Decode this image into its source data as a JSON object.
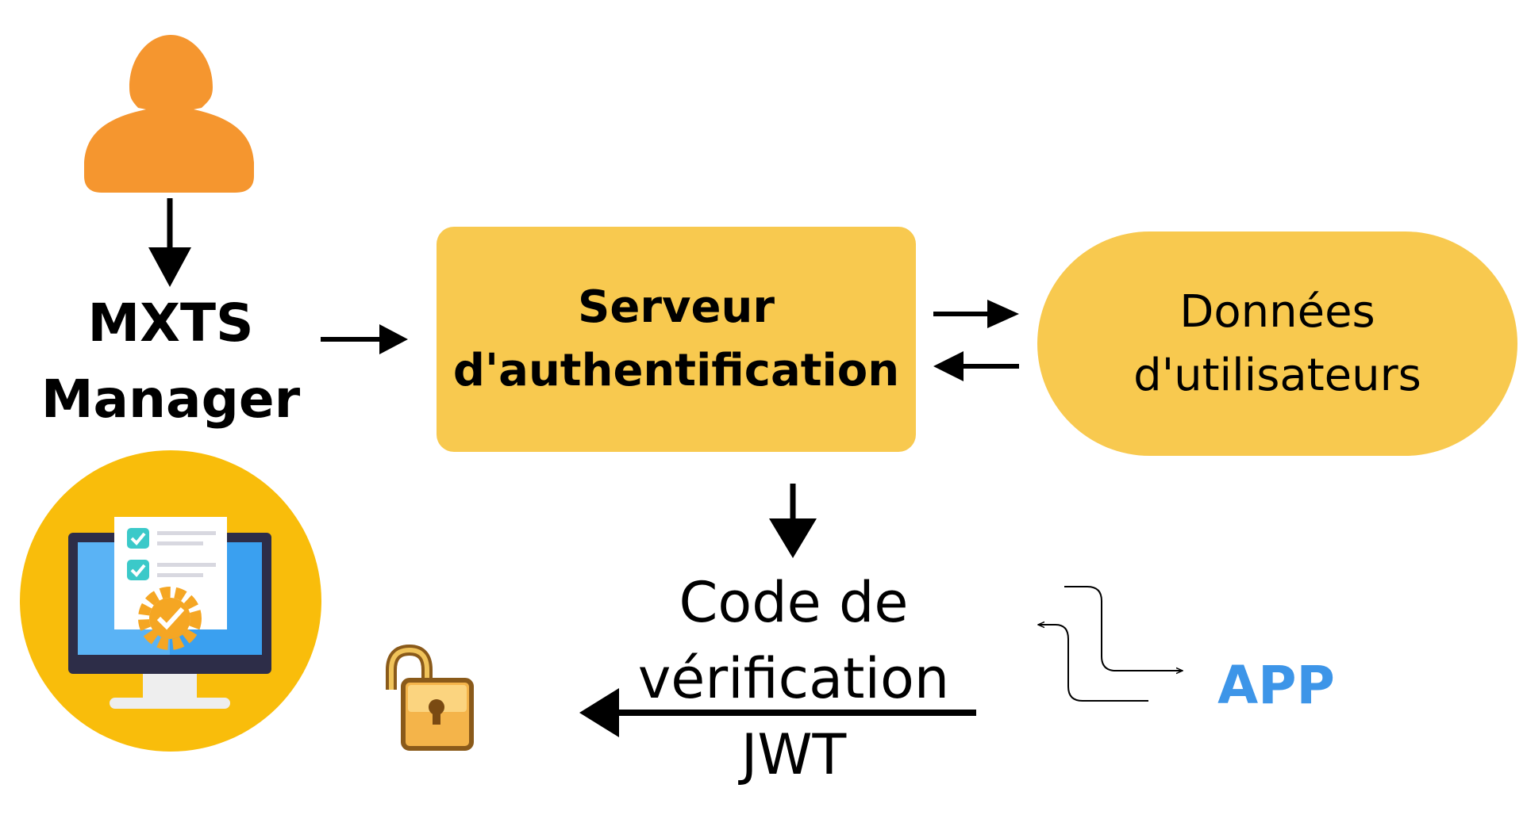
{
  "actor": {
    "title_line1": "MXTS",
    "title_line2": "Manager",
    "icon": "user-icon"
  },
  "nodes": {
    "auth_server": {
      "line1": "Serveur",
      "line2": "d'authentification"
    },
    "user_data": {
      "line1": "Données",
      "line2": "d'utilisateurs"
    }
  },
  "output": {
    "line1": "Code de",
    "line2": "vérification",
    "line3": "JWT"
  },
  "app": {
    "label": "APP"
  },
  "colors": {
    "node_fill": "#f8c94f",
    "user_icon": "#f5962f",
    "monitor_circle": "#f9bd0b",
    "app_text": "#3d95e8",
    "arrow": "#000000"
  },
  "icons": [
    "user-icon",
    "monitor-checklist-icon",
    "padlock-open-icon",
    "exchange-arrows-icon"
  ]
}
